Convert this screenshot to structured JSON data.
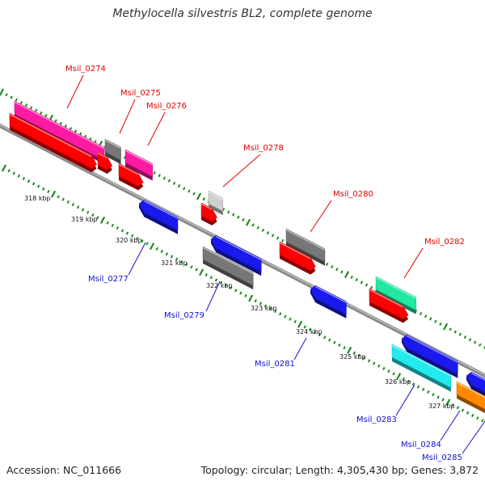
{
  "title": "Methylocella silvestris BL2, complete genome",
  "accession": "Accession: NC_011666",
  "summary": "Topology: circular; Length: 4,305,430 bp; Genes: 3,872",
  "colors": {
    "backbone": "#8a8a8a",
    "tick": "#1e8a1e",
    "forward_label": "#e00000",
    "reverse_label": "#1010d0",
    "pink": "#ff1aa3",
    "red": "#ff0000",
    "gray": "#777777",
    "lightgray": "#d0d0d0",
    "blue": "#1a1aee",
    "green": "#22e8a0",
    "cyan": "#22eaee",
    "orange": "#ff8a00"
  },
  "kbp_labels": [
    "318 kbp",
    "319 kbp",
    "320 kbp",
    "321 kbp",
    "322 kbp",
    "323 kbp",
    "324 kbp",
    "325 kbp",
    "326 kbp",
    "327 kbp"
  ],
  "genes": [
    {
      "name": "Msil_0274",
      "strand": "forward"
    },
    {
      "name": "Msil_0275",
      "strand": "forward"
    },
    {
      "name": "Msil_0276",
      "strand": "forward"
    },
    {
      "name": "Msil_0278",
      "strand": "forward"
    },
    {
      "name": "Msil_0280",
      "strand": "forward"
    },
    {
      "name": "Msil_0282",
      "strand": "forward"
    },
    {
      "name": "Msil_0277",
      "strand": "reverse"
    },
    {
      "name": "Msil_0279",
      "strand": "reverse"
    },
    {
      "name": "Msil_0281",
      "strand": "reverse"
    },
    {
      "name": "Msil_0283",
      "strand": "reverse"
    },
    {
      "name": "Msil_0284",
      "strand": "reverse"
    },
    {
      "name": "Msil_0285",
      "strand": "reverse"
    }
  ]
}
